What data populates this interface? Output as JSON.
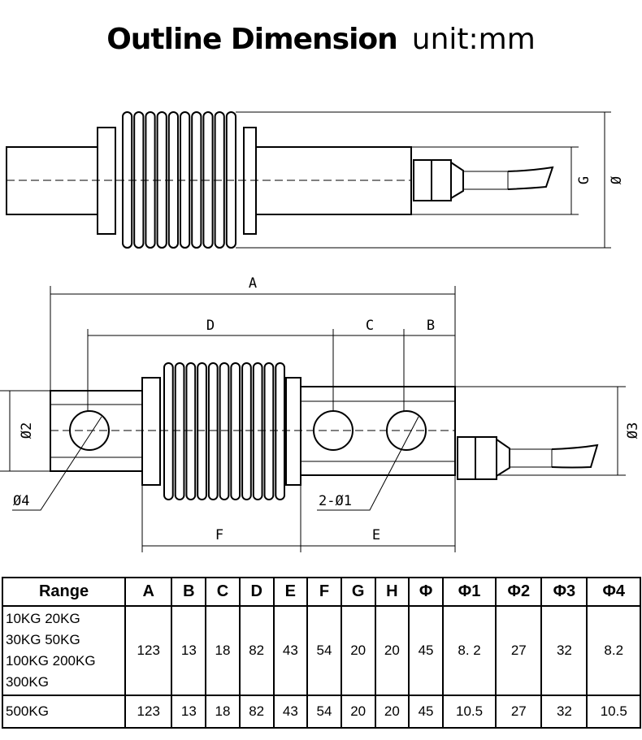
{
  "title": {
    "main": "Outline Dimension",
    "unit": "unit:mm"
  },
  "labels": {
    "top_g": "G",
    "top_phi": "Ø",
    "A": "A",
    "B": "B",
    "C": "C",
    "D": "D",
    "E": "E",
    "F": "F",
    "phi2": "Ø2",
    "phi3": "Ø3",
    "phi4": "Ø4",
    "phi1": "2-Ø1"
  },
  "table": {
    "headers": [
      "Range",
      "A",
      "B",
      "C",
      "D",
      "E",
      "F",
      "G",
      "H",
      "Φ",
      "Φ1",
      "Φ2",
      "Φ3",
      "Φ4"
    ],
    "rows": [
      {
        "range": [
          "10KG 20KG",
          "30KG 50KG",
          "100KG 200KG",
          "300KG"
        ],
        "values": [
          "123",
          "13",
          "18",
          "82",
          "43",
          "54",
          "20",
          "20",
          "45",
          "8. 2",
          "27",
          "32",
          "8.2"
        ]
      },
      {
        "range": [
          "500KG"
        ],
        "values": [
          "123",
          "13",
          "18",
          "82",
          "43",
          "54",
          "20",
          "20",
          "45",
          "10.5",
          "27",
          "32",
          "10.5"
        ]
      }
    ]
  }
}
